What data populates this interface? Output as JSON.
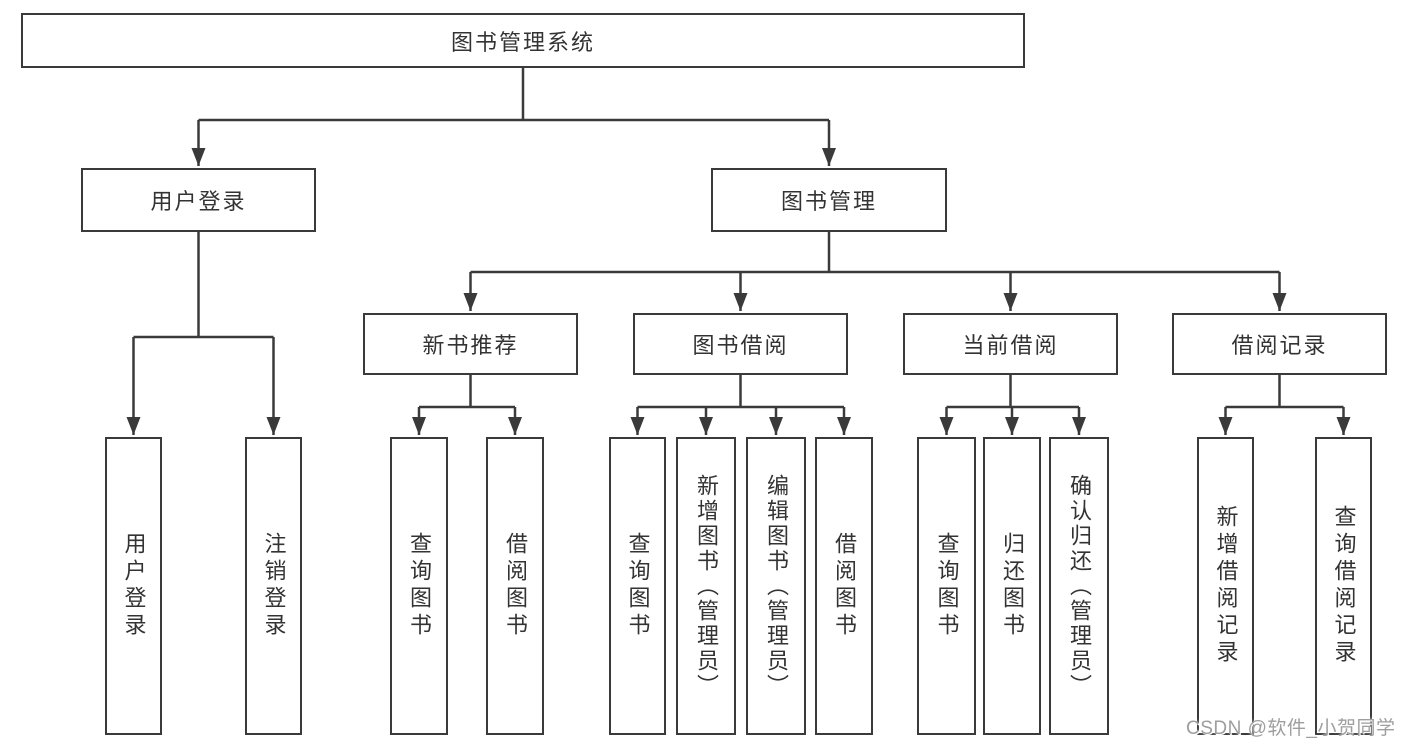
{
  "diagram_title": "图书管理系统",
  "watermark": "CSDN @软件_小贺同学",
  "colors": {
    "line": "#3a3a3a",
    "box_border": "#3a3a3a",
    "box_fill": "#ffffff",
    "text": "#333333",
    "watermark_text": "#9e9e9e"
  },
  "nodes": {
    "root": {
      "label": "图书管理系统"
    },
    "user_login": {
      "label": "用户登录"
    },
    "book_management": {
      "label": "图书管理"
    },
    "new_book_recommend": {
      "label": "新书推荐"
    },
    "book_borrow": {
      "label": "图书借阅"
    },
    "current_borrow": {
      "label": "当前借阅"
    },
    "borrow_records": {
      "label": "借阅记录"
    },
    "leaf_user_login": {
      "label": "用户登录"
    },
    "leaf_logout": {
      "label": "注销登录"
    },
    "leaf_rec_query_books": {
      "label": "查询图书"
    },
    "leaf_rec_borrow_books": {
      "label": "借阅图书"
    },
    "leaf_bb_query_books": {
      "label": "查询图书"
    },
    "leaf_bb_add_books": {
      "label": "新增图书（管理员）"
    },
    "leaf_bb_edit_books": {
      "label": "编辑图书（管理员）"
    },
    "leaf_bb_borrow_books": {
      "label": "借阅图书"
    },
    "leaf_cb_query_books": {
      "label": "查询图书"
    },
    "leaf_cb_return_books": {
      "label": "归还图书"
    },
    "leaf_cb_confirm_return": {
      "label": "确认归还（管理员）"
    },
    "leaf_br_add_record": {
      "label": "新增借阅记录"
    },
    "leaf_br_query_record": {
      "label": "查询借阅记录"
    }
  }
}
